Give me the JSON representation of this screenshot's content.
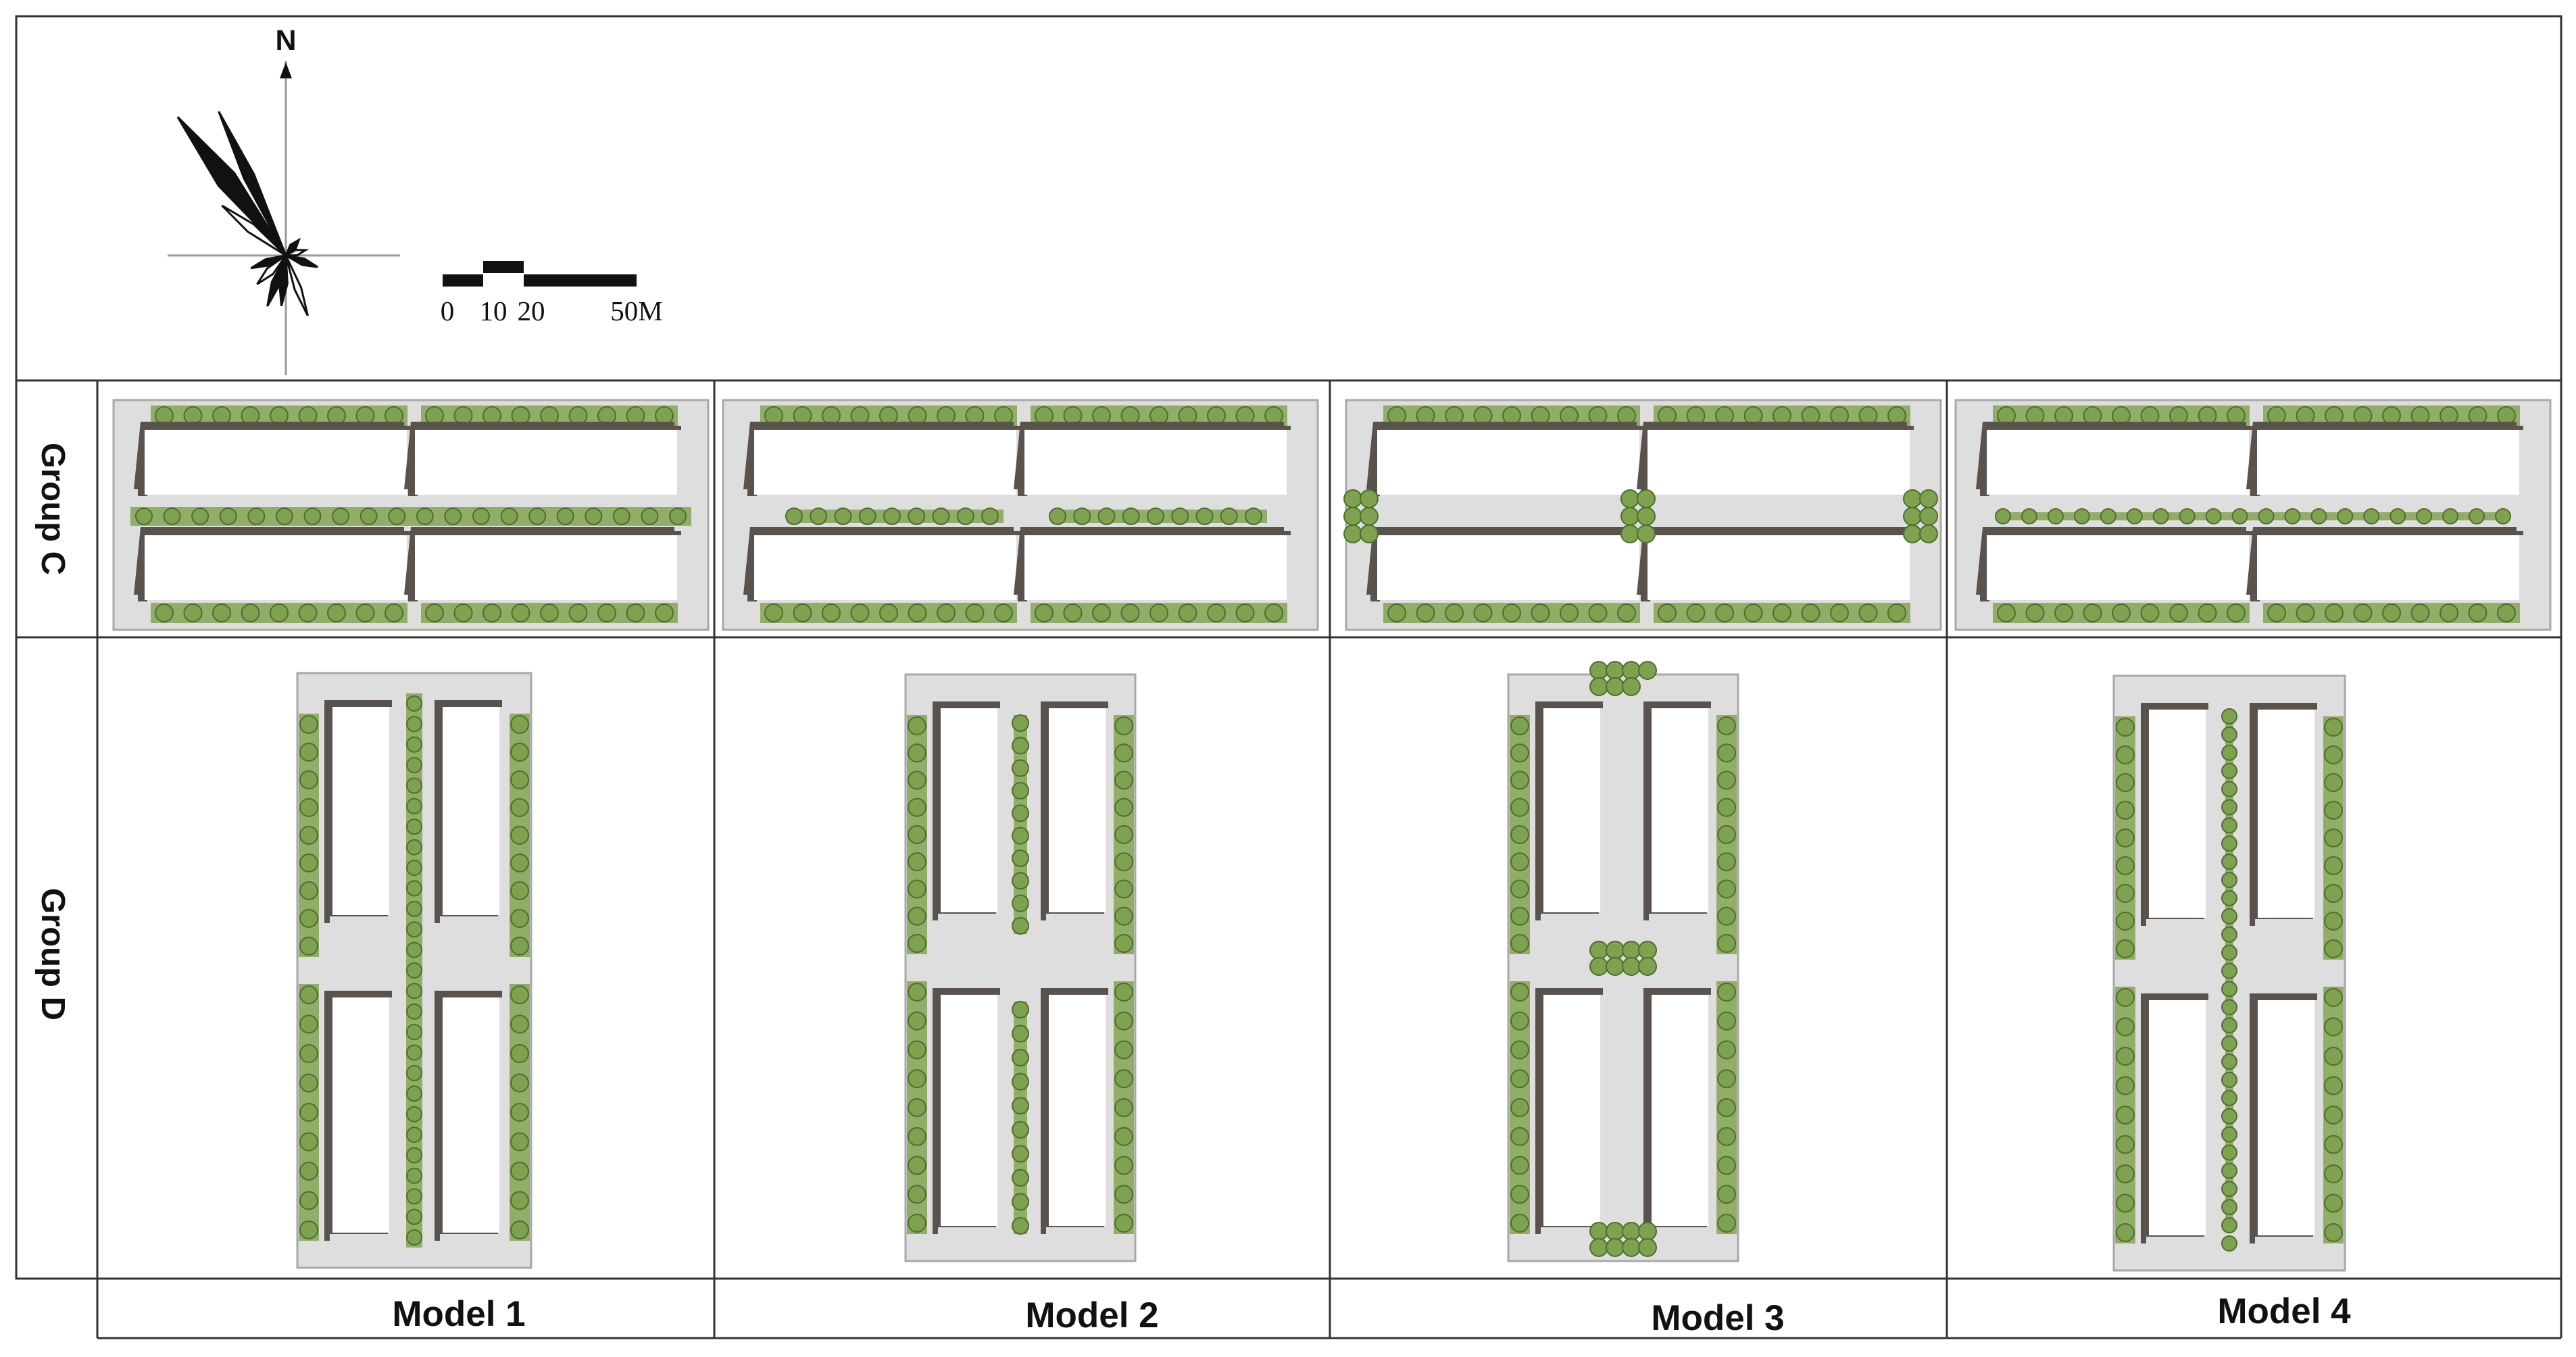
{
  "compass": {
    "north_label": "N"
  },
  "scale_bar": {
    "tick_labels": [
      "0",
      "10",
      "20",
      "50M"
    ]
  },
  "rows": [
    {
      "label": "Group C",
      "orientation": "east-west"
    },
    {
      "label": "Group D",
      "orientation": "north-south"
    }
  ],
  "columns": [
    {
      "label": "Model 1",
      "greenery": "rows of trees along street edges and central street"
    },
    {
      "label": "Model 2",
      "greenery": "tree strip along outer edges and central street"
    },
    {
      "label": "Model 3",
      "greenery": "tree clusters at street ends and intersection"
    },
    {
      "label": "Model 4",
      "greenery": "thin tree line along central street"
    }
  ],
  "colors": {
    "site": "#dedede",
    "building_shadow": "#5a524d",
    "grass": "#92ad68",
    "tree": "#7ea24f"
  }
}
